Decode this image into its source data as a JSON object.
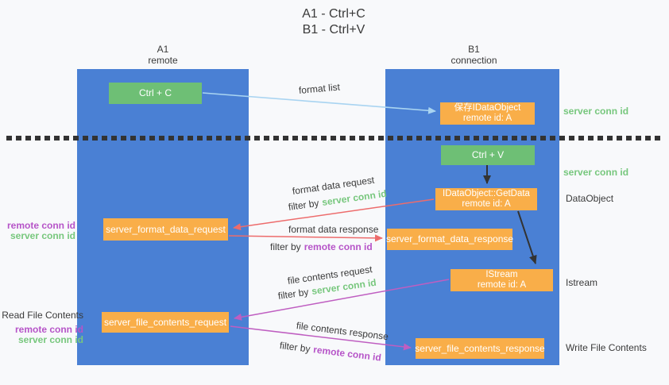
{
  "title": {
    "line1": "A1 - Ctrl+C",
    "line2": "B1 - Ctrl+V"
  },
  "lifelines": {
    "a1": {
      "name": "A1",
      "subtitle": "remote"
    },
    "b1": {
      "name": "B1",
      "subtitle": "connection"
    }
  },
  "boxes": {
    "ctrl_c": {
      "label": "Ctrl + C"
    },
    "ctrl_v": {
      "label": "Ctrl + V"
    },
    "save_idataobject": {
      "line1": "保存IDataObject",
      "line2": "remote id: A"
    },
    "getdata": {
      "line1": "IDataObject::GetData",
      "line2": "remote id: A"
    },
    "istream": {
      "line1": "IStream",
      "line2": "remote id: A"
    },
    "server_format_data_request": {
      "label": "server_format_data_request"
    },
    "server_format_data_response": {
      "label": "server_format_data_response"
    },
    "server_file_contents_request": {
      "label": "server_file_contents_request"
    },
    "server_file_contents_response": {
      "label": "server_file_contents_response"
    }
  },
  "arrows": {
    "format_list": {
      "label": "format list"
    },
    "format_data_request": {
      "label": "format data request",
      "filter_prefix": "filter by",
      "filter_key": "server conn id"
    },
    "format_data_response": {
      "label": "format data response",
      "filter_prefix": "filter by",
      "filter_key": "remote conn id"
    },
    "file_contents_request": {
      "label": "file contents request",
      "filter_prefix": "filter by",
      "filter_key": "server conn id"
    },
    "file_contents_response": {
      "label": "file contents response",
      "filter_prefix": "filter by",
      "filter_key": "remote conn id"
    }
  },
  "side_labels": {
    "right_server_conn_id_top": "server conn id",
    "right_server_conn_id_mid": "server conn id",
    "right_dataobject": "DataObject",
    "right_istream": "Istream",
    "right_write_file_contents": "Write File Contents",
    "left_remote_conn_id_top": "remote conn id",
    "left_server_conn_id_top": "server conn id",
    "left_read_file_contents": "Read File Contents",
    "left_remote_conn_id_bottom": "remote conn id",
    "left_server_conn_id_bottom": "server conn id"
  },
  "colors": {
    "lifeline_blue": "#4a80d4",
    "action_green": "#6ebf75",
    "message_orange": "#f9ae49",
    "arrow_light_blue": "#a9d4f1",
    "arrow_red": "#ed6c6c",
    "arrow_magenta": "#bf5ec1",
    "arrow_black": "#333333",
    "label_green": "#77c77d",
    "label_purple": "#b654c8",
    "text_dark": "#3a3a3a"
  }
}
